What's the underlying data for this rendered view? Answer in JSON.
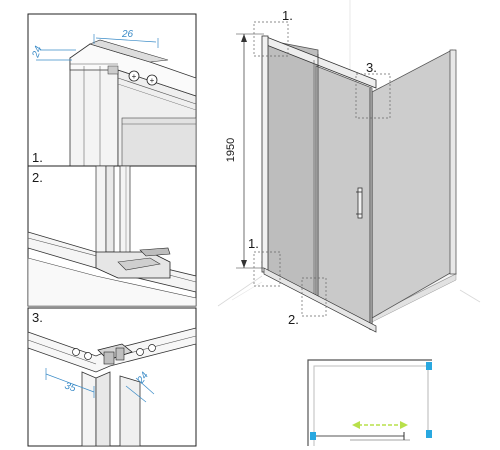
{
  "details": [
    {
      "label": "1.",
      "dims": [
        "26",
        "24"
      ]
    },
    {
      "label": "2.",
      "dims": []
    },
    {
      "label": "3.",
      "dims": [
        "35",
        "24"
      ]
    }
  ],
  "main_drawing": {
    "height_dimension": "1950",
    "callouts": [
      "1.",
      "1.",
      "2.",
      "3."
    ]
  },
  "colors": {
    "dimension_blue": "#3a8bc7",
    "glass": "#cfcfcf",
    "slide_arrow": "#b8e04a",
    "bracket": "#29a8e0"
  }
}
